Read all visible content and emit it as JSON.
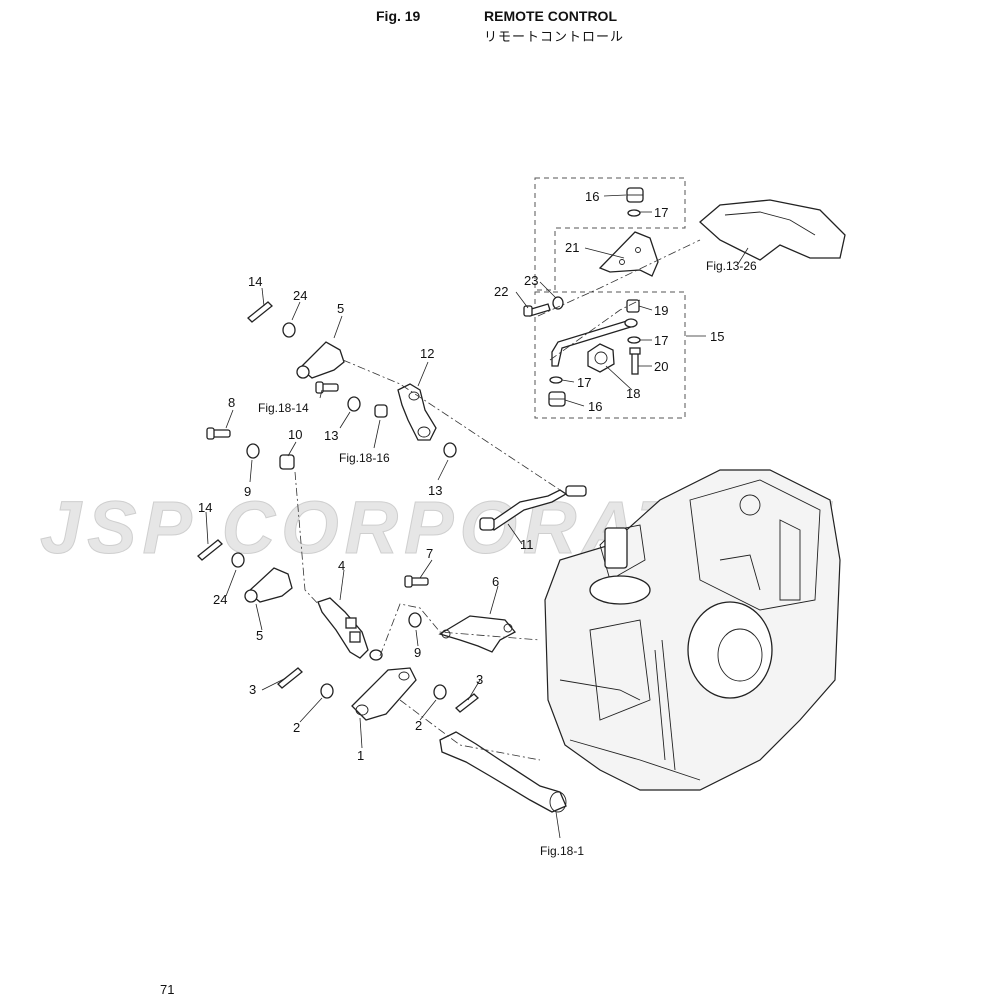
{
  "header": {
    "figure": "Fig. 19",
    "title_en": "REMOTE CONTROL",
    "title_jp": "リモートコントロール"
  },
  "page_number": "71",
  "watermark": "JSP CORPORATION",
  "callouts": {
    "c1": "1",
    "c2a": "2",
    "c2b": "2",
    "c3a": "3",
    "c3b": "3",
    "c4": "4",
    "c5a": "5",
    "c5b": "5",
    "c6": "6",
    "c7": "7",
    "c8": "8",
    "c9a": "9",
    "c9b": "9",
    "c10": "10",
    "c11": "11",
    "c12": "12",
    "c13a": "13",
    "c13b": "13",
    "c14a": "14",
    "c14b": "14",
    "c15": "15",
    "c16a": "16",
    "c16b": "16",
    "c17a": "17",
    "c17b": "17",
    "c17c": "17",
    "c18": "18",
    "c19": "19",
    "c20": "20",
    "c21": "21",
    "c22": "22",
    "c23": "23",
    "c24a": "24",
    "c24b": "24"
  },
  "figure_refs": {
    "r13_26": "Fig.13-26",
    "r18_14": "Fig.18-14",
    "r18_16": "Fig.18-16",
    "r18_1": "Fig.18-1"
  }
}
